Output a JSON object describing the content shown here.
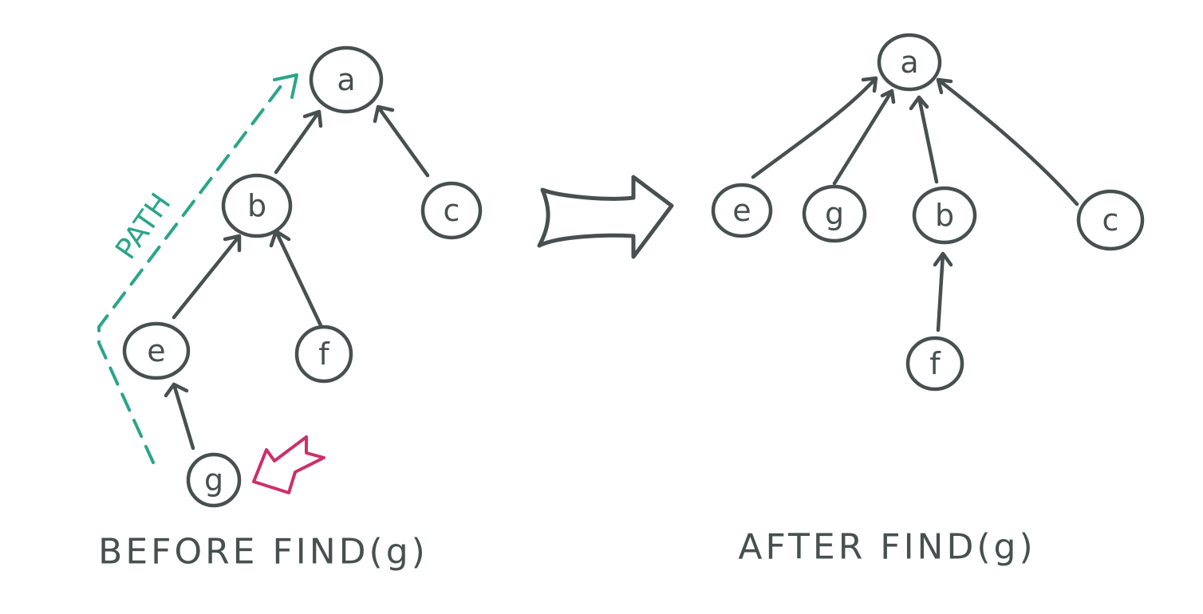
{
  "colors": {
    "ink": "#47504f",
    "path": "#2aa58a",
    "pointer": "#cc2f6b",
    "background": "#ffffff"
  },
  "before": {
    "caption": "BEFORE FIND(g)",
    "path_label": "PATH",
    "nodes": [
      {
        "id": "a",
        "label": "a"
      },
      {
        "id": "b",
        "label": "b"
      },
      {
        "id": "c",
        "label": "c"
      },
      {
        "id": "e",
        "label": "e"
      },
      {
        "id": "f",
        "label": "f"
      },
      {
        "id": "g",
        "label": "g"
      }
    ],
    "edges": [
      {
        "from": "b",
        "to": "a"
      },
      {
        "from": "c",
        "to": "a"
      },
      {
        "from": "e",
        "to": "b"
      },
      {
        "from": "f",
        "to": "b"
      },
      {
        "from": "g",
        "to": "e"
      }
    ],
    "highlighted_node": "g"
  },
  "after": {
    "caption": "AFTER FIND(g)",
    "nodes": [
      {
        "id": "a",
        "label": "a"
      },
      {
        "id": "e",
        "label": "e"
      },
      {
        "id": "g",
        "label": "g"
      },
      {
        "id": "b",
        "label": "b"
      },
      {
        "id": "c",
        "label": "c"
      },
      {
        "id": "f",
        "label": "f"
      }
    ],
    "edges": [
      {
        "from": "e",
        "to": "a"
      },
      {
        "from": "g",
        "to": "a"
      },
      {
        "from": "b",
        "to": "a"
      },
      {
        "from": "c",
        "to": "a"
      },
      {
        "from": "f",
        "to": "b"
      }
    ]
  },
  "transition_icon": "right-arrow-icon",
  "pointer_icon": "pointer-arrow-icon"
}
